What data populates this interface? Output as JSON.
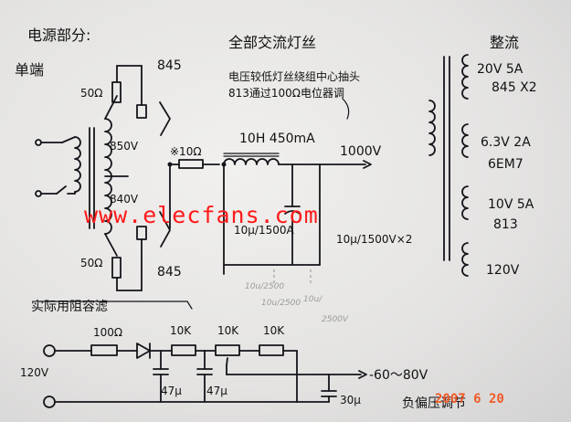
{
  "headings": {
    "power_section": "电源部分:",
    "full_ac_filament": "全部交流灯丝",
    "rectifier": "整流",
    "single_end": "单端",
    "actual_bias": "实际用阻容滤",
    "neg_bias": "负偏压调节"
  },
  "notes": {
    "line1": "电压较低灯丝绕组中心抽头",
    "line2": "813通过100Ω电位器调"
  },
  "labels": {
    "r50_top": "50Ω",
    "r50_bot": "50Ω",
    "v850": "850V",
    "v840": "840V",
    "tube845_top": "845",
    "tube845_bot": "845",
    "r10_star": "※10Ω",
    "choke": "10H 450mA",
    "hv_out": "1000V",
    "cap_mid": "10μ/1500A",
    "cap_right": "10μ/1500V×2",
    "b1": "100Ω",
    "b2": "10K",
    "b3": "10K",
    "b4": "10K",
    "c47a": "47μ",
    "c47b": "47μ",
    "c30": "30μ",
    "v120": "120V",
    "bias_out": "-60～80V"
  },
  "windings": [
    {
      "line1": "20V 5A",
      "line2": "845 X2"
    },
    {
      "line1": "6.3V 2A",
      "line2": "6EM7"
    },
    {
      "line1": "10V 5A",
      "line2": "813"
    },
    {
      "line1": "120V",
      "line2": ""
    }
  ],
  "pencil_notes": {
    "a": "10u/2500",
    "b": "10u/2500",
    "c": "10u/",
    "d": "2500V"
  },
  "watermark": "www.elecfans.com",
  "date_stamp": "2007 6 20"
}
